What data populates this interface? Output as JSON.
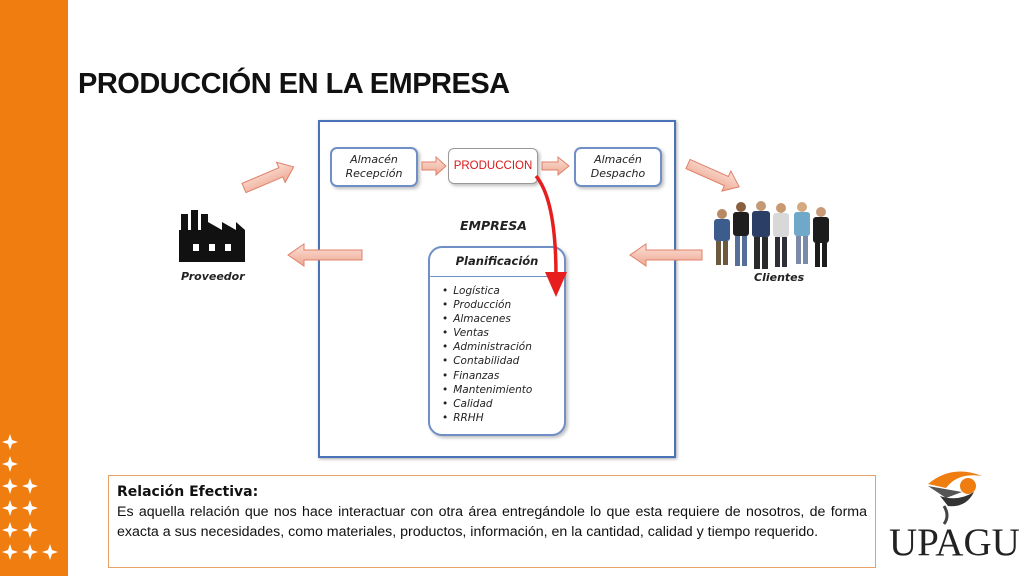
{
  "title": "PRODUCCIÓN EN LA EMPRESA",
  "diagram": {
    "almacen_recepcion": "Almacén\nRecepción",
    "produccion": "PRODUCCION",
    "almacen_despacho": "Almacén\nDespacho",
    "empresa": "EMPRESA",
    "planificacion": {
      "title": "Planificación",
      "items": [
        "Logística",
        "Producción",
        "Almacenes",
        "Ventas",
        "Administración",
        "Contabilidad",
        "Finanzas",
        "Mantenimiento",
        "Calidad",
        "RRHH"
      ]
    },
    "proveedor": "Proveedor",
    "clientes": "Clientes"
  },
  "text_box": {
    "title": "Relación Efectiva:",
    "body": "Es aquella relación que nos hace interactuar con otra área entregándole lo que esta requiere de nosotros, de forma exacta a sus necesidades, como materiales, productos, información, en la cantidad, calidad y tiempo requerido."
  },
  "logo": {
    "text": "UPAGU"
  },
  "colors": {
    "sidebar": "#ef7d10",
    "frame": "#4a73b8",
    "produccion_text": "#d91818",
    "arrow_fill": "#f3c3b3",
    "arrow_stroke": "#e0806b",
    "red_arrow": "#e61e1e"
  },
  "icons": [
    "factory-icon",
    "people-icon",
    "star-icon",
    "upagu-logo-icon"
  ]
}
